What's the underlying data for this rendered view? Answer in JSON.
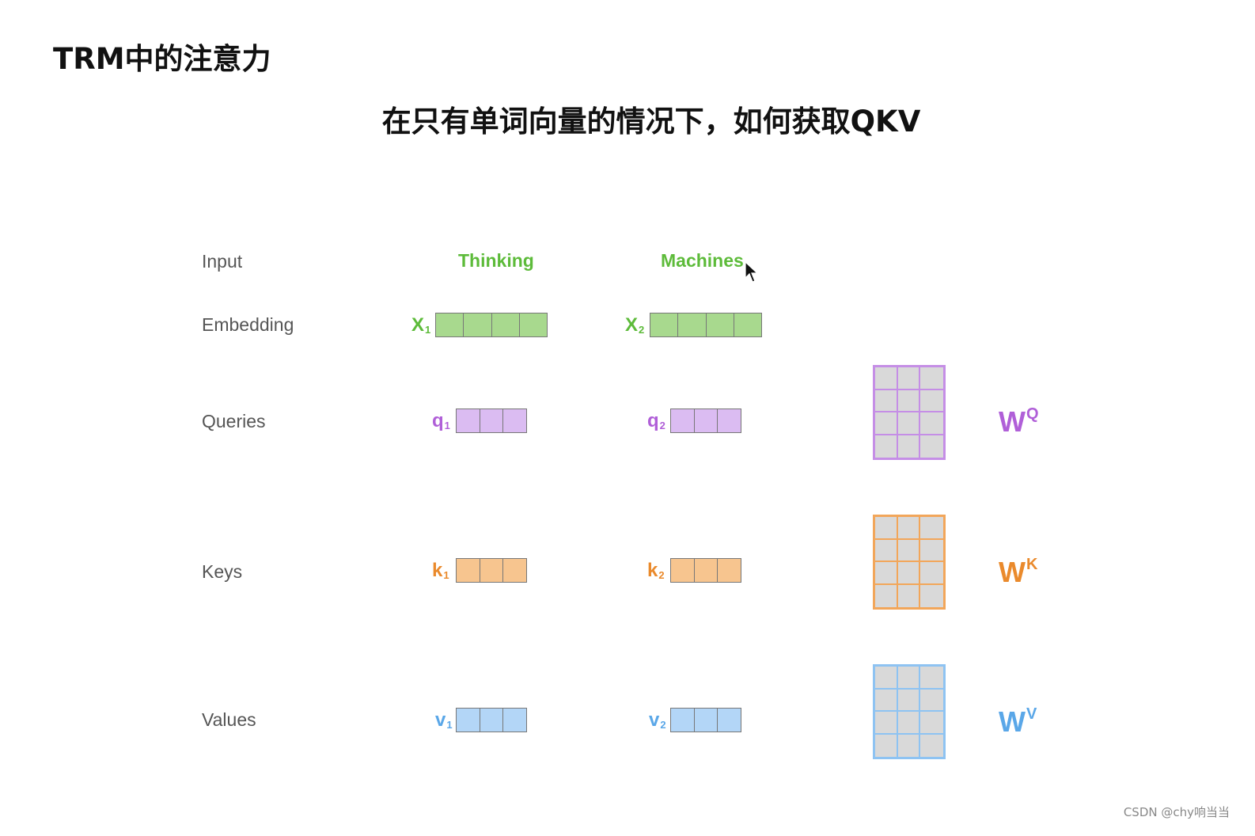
{
  "title": "TRM中的注意力",
  "subtitle": "在只有单词向量的情况下，如何获取QKV",
  "rows": {
    "input": "Input",
    "embedding": "Embedding",
    "queries": "Queries",
    "keys": "Keys",
    "values": "Values"
  },
  "words": [
    "Thinking",
    "Machines"
  ],
  "embeddings": [
    {
      "symbol": "X",
      "sub": "1"
    },
    {
      "symbol": "X",
      "sub": "2"
    }
  ],
  "queries": [
    {
      "symbol": "q",
      "sub": "1"
    },
    {
      "symbol": "q",
      "sub": "2"
    }
  ],
  "keys": [
    {
      "symbol": "k",
      "sub": "1"
    },
    {
      "symbol": "k",
      "sub": "2"
    }
  ],
  "values": [
    {
      "symbol": "v",
      "sub": "1"
    },
    {
      "symbol": "v",
      "sub": "2"
    }
  ],
  "weights": {
    "q": {
      "base": "W",
      "sup": "Q"
    },
    "k": {
      "base": "W",
      "sup": "K"
    },
    "v": {
      "base": "W",
      "sup": "V"
    }
  },
  "colors": {
    "green_text": "#5dbb3a",
    "green_fill": "#a8d98e",
    "purple_text": "#b05fd8",
    "purple_fill": "#dbbcf2",
    "orange_text": "#ea8a2c",
    "orange_fill": "#f7c58f",
    "blue_text": "#5aa7e8",
    "blue_fill": "#b3d6f7"
  },
  "footer": "CSDN @chy响当当"
}
